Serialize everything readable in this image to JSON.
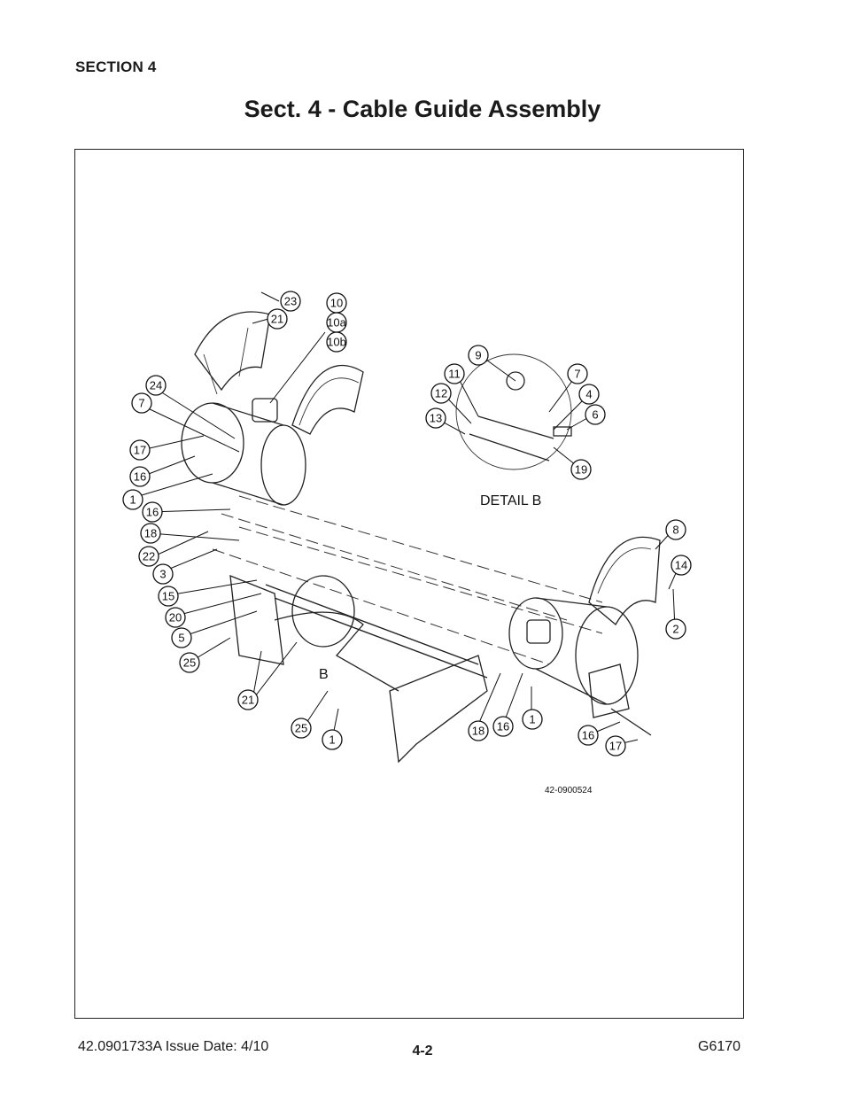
{
  "header": {
    "section": "SECTION 4",
    "title": "Sect. 4 - Cable Guide Assembly"
  },
  "diagram": {
    "detail_label": "DETAIL B",
    "view_marker": "B",
    "drawing_number": "42-0900524",
    "callouts": [
      "23",
      "21",
      "10",
      "10a",
      "10b",
      "24",
      "7",
      "17",
      "16",
      "1",
      "16",
      "18",
      "22",
      "3",
      "15",
      "20",
      "5",
      "25",
      "21",
      "25",
      "1",
      "9",
      "11",
      "12",
      "13",
      "7",
      "4",
      "6",
      "19",
      "8",
      "14",
      "2",
      "18",
      "16",
      "1",
      "16",
      "17"
    ]
  },
  "footer": {
    "doc_number": "42.0901733A  Issue Date: 4/10",
    "page": "4-2",
    "model": "G6170"
  }
}
